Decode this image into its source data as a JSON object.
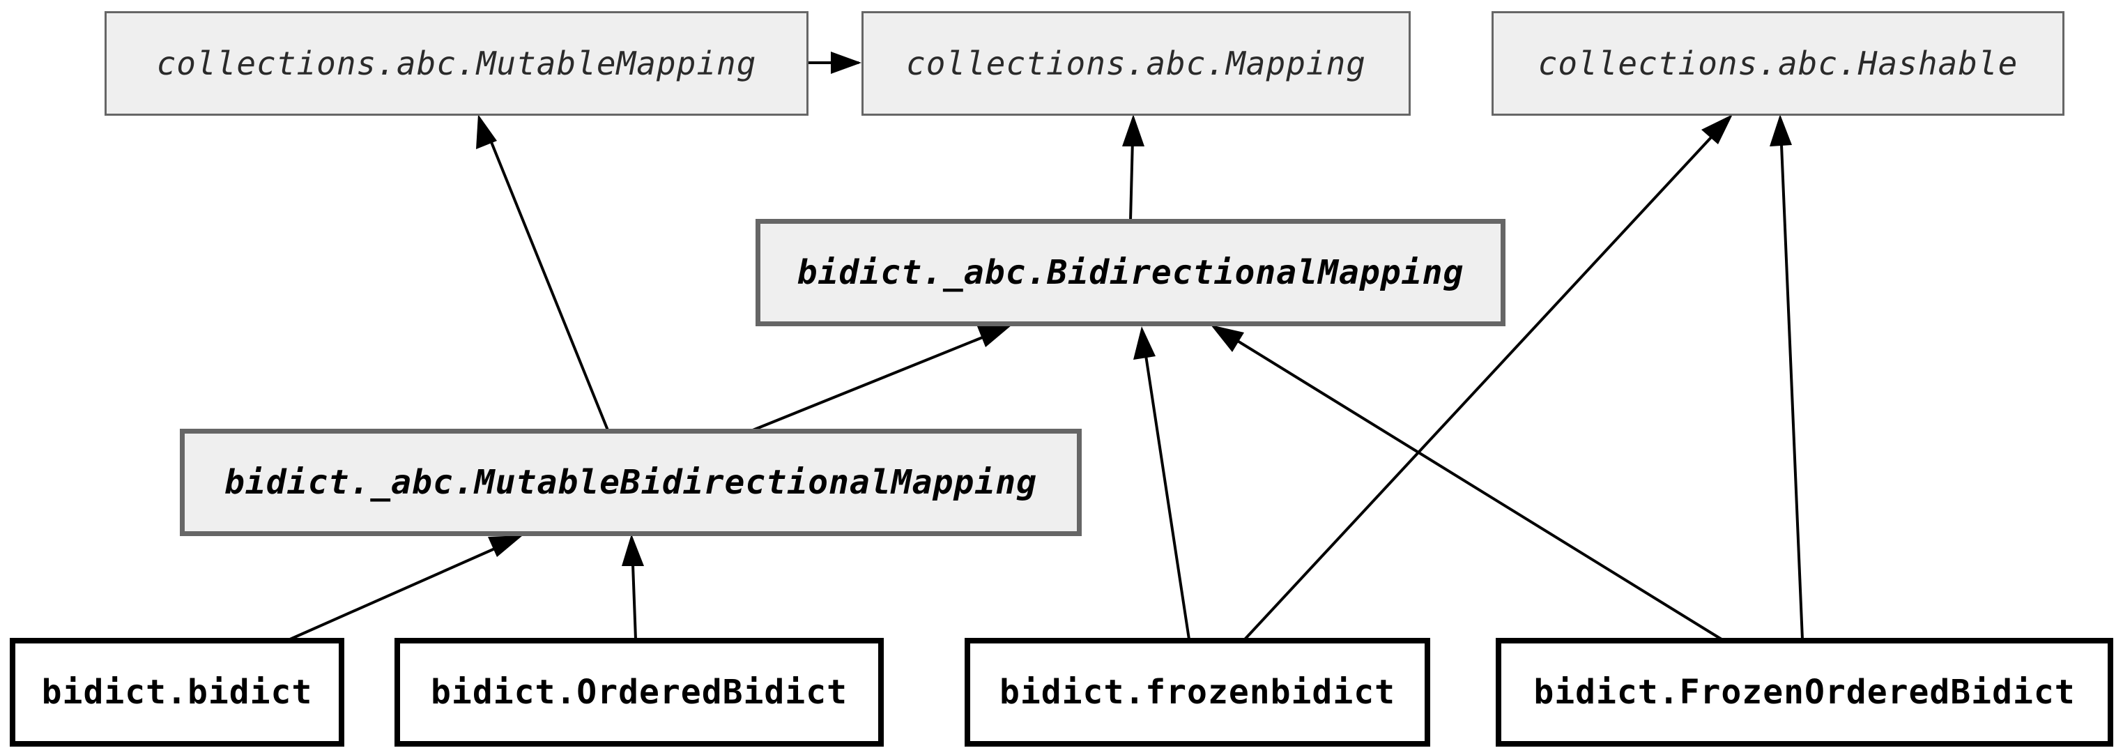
{
  "diagram": {
    "nodes": [
      {
        "id": "mutable-mapping",
        "label": "collections.abc.MutableMapping"
      },
      {
        "id": "mapping",
        "label": "collections.abc.Mapping"
      },
      {
        "id": "hashable",
        "label": "collections.abc.Hashable"
      },
      {
        "id": "bidirectional-mapping",
        "label": "bidict._abc.BidirectionalMapping"
      },
      {
        "id": "mutable-bidirectional-mapping",
        "label": "bidict._abc.MutableBidirectionalMapping"
      },
      {
        "id": "bidict",
        "label": "bidict.bidict"
      },
      {
        "id": "ordered-bidict",
        "label": "bidict.OrderedBidict"
      },
      {
        "id": "frozenbidict",
        "label": "bidict.frozenbidict"
      },
      {
        "id": "frozen-ordered-bidict",
        "label": "bidict.FrozenOrderedBidict"
      }
    ],
    "edges": [
      {
        "from": "mutable-mapping",
        "to": "mapping"
      },
      {
        "from": "bidirectional-mapping",
        "to": "mapping"
      },
      {
        "from": "mutable-bidirectional-mapping",
        "to": "mutable-mapping"
      },
      {
        "from": "mutable-bidirectional-mapping",
        "to": "bidirectional-mapping"
      },
      {
        "from": "bidict",
        "to": "mutable-bidirectional-mapping"
      },
      {
        "from": "ordered-bidict",
        "to": "mutable-bidirectional-mapping"
      },
      {
        "from": "frozenbidict",
        "to": "bidirectional-mapping"
      },
      {
        "from": "frozenbidict",
        "to": "hashable"
      },
      {
        "from": "frozen-ordered-bidict",
        "to": "bidirectional-mapping"
      },
      {
        "from": "frozen-ordered-bidict",
        "to": "hashable"
      }
    ],
    "colors": {
      "abstract_fill": "#efefef",
      "abstract_border": "#666666",
      "concrete_fill": "#ffffff",
      "concrete_border": "#000000",
      "edge": "#000000"
    }
  }
}
